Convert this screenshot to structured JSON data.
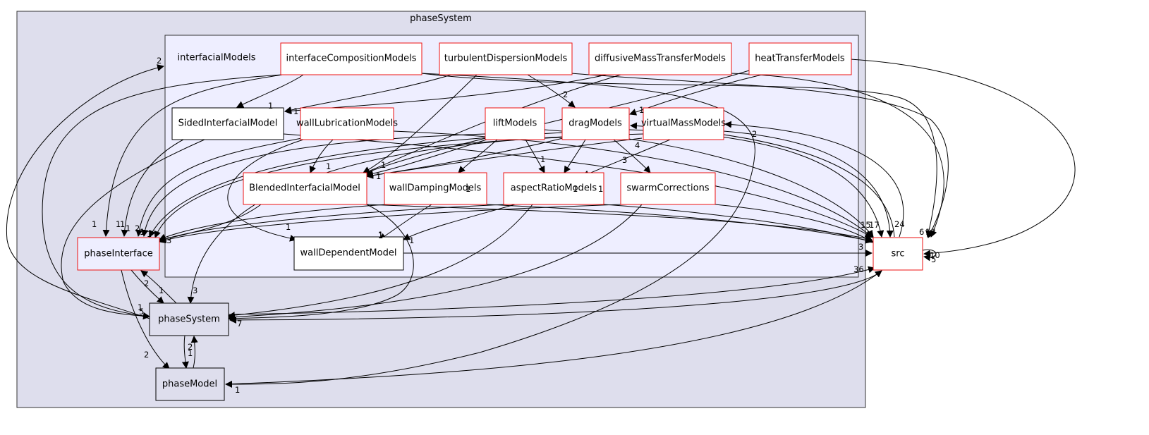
{
  "colors": {
    "outer_fill": "#dedeed",
    "inner_fill": "#eeeeff",
    "border": "#333333",
    "node_red": "#ee1111",
    "node_black": "#000000"
  },
  "clusters": {
    "outer_title": "phaseSystem",
    "inner_title": "interfacialModels"
  },
  "nodes": {
    "interfaceCompositionModels": "interfaceCompositionModels",
    "turbulentDispersionModels": "turbulentDispersionModels",
    "diffusiveMassTransferModels": "diffusiveMassTransferModels",
    "heatTransferModels": "heatTransferModels",
    "SidedInterfacialModel": "SidedInterfacialModel",
    "wallLubricationModels": "wallLubricationModels",
    "liftModels": "liftModels",
    "dragModels": "dragModels",
    "virtualMassModels": "virtualMassModels",
    "BlendedInterfacialModel": "BlendedInterfacialModel",
    "wallDampingModels": "wallDampingModels",
    "aspectRatioModels": "aspectRatioModels",
    "swarmCorrections": "swarmCorrections",
    "wallDependentModel": "wallDependentModel",
    "phaseInterface": "phaseInterface",
    "phaseSystem": "phaseSystem",
    "phaseModel": "phaseModel",
    "src": "src"
  },
  "edge_labels": {
    "e_pi_im": "2",
    "e_icm_sim": "1",
    "e_tdm_sim": "1",
    "e_tdm_drag": "2",
    "e_htm_drag": "1",
    "e_vmm_src_back": "2",
    "e_drag_swarm": "3",
    "e_drag_vm": "4",
    "e_lift_wdm": "1",
    "e_lift_arm": "1",
    "e_drag_arm": "1",
    "e_wlm_bim": "1",
    "e_vm_arm": "1",
    "e_bim_ps": "1",
    "e_bim_multi": "1",
    "e_wdm_multi": "1",
    "e_arm_wdep": "1",
    "e_wdep_src": "3",
    "e_ps_pi_a": "2",
    "e_pi_ps_b": "1",
    "e_ps_in_1": "1",
    "e_ps_in_3": "3",
    "e_ps_in_5": "5",
    "e_ps_out_7": "7",
    "e_pi_pm": "2",
    "e_ps_pm": "1",
    "e_pm_ps": "2",
    "e_pm_back": "1",
    "e_src_36": "36",
    "e_src_24": "24",
    "e_src_15": "15",
    "e_src_17": "17",
    "e_src_13": "13",
    "e_src_6": "6",
    "e_src_10": "10",
    "e_src_5": "5",
    "e_pi_1a": "1",
    "e_pi_1b": "1",
    "e_pi_1c": "1",
    "e_pi_1d": "1",
    "e_pi_2": "2",
    "e_pi_3": "3",
    "e_pi_6": "1",
    "e_pi_left": "1",
    "e_wdep_1": "1",
    "e_arm_1": "1"
  }
}
